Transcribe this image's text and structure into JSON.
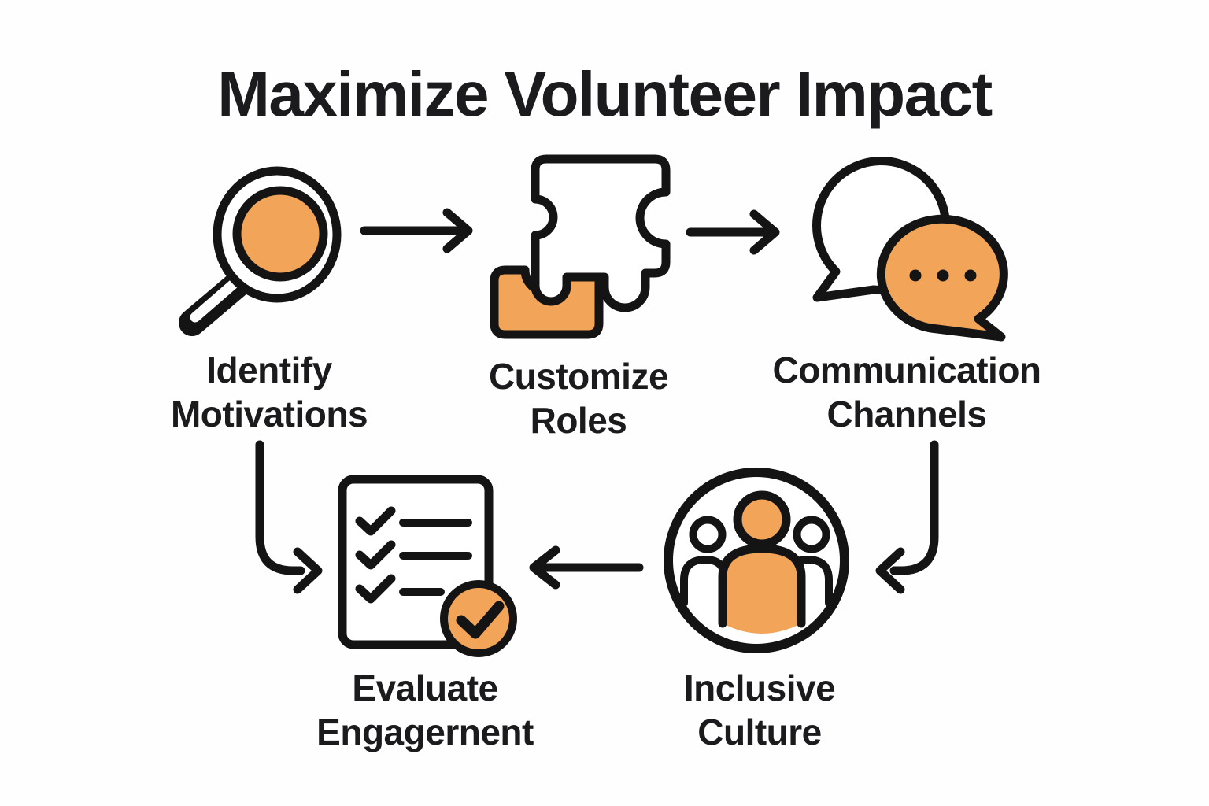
{
  "title": "Maximize Volunteer Impact",
  "colors": {
    "accent": "#F2A458",
    "ink": "#141414",
    "text": "#1B1B1D",
    "paper": "#FEFEFE"
  },
  "nodes": [
    {
      "id": "identify-motivations",
      "label": "Identify\nMotivations",
      "icon": "magnifier-icon"
    },
    {
      "id": "customize-roles",
      "label": "Customize\nRoles",
      "icon": "puzzle-icon"
    },
    {
      "id": "communication-channels",
      "label": "Communication\nChannels",
      "icon": "chat-bubbles-icon"
    },
    {
      "id": "evaluate-engagement",
      "label": "Evaluate\nEngagernent",
      "icon": "checklist-icon"
    },
    {
      "id": "inclusive-culture",
      "label": "Inclusive\nCulture",
      "icon": "people-circle-icon"
    }
  ],
  "arrows": [
    {
      "from": "identify-motivations",
      "to": "customize-roles",
      "shape": "straight-right"
    },
    {
      "from": "customize-roles",
      "to": "communication-channels",
      "shape": "straight-right"
    },
    {
      "from": "communication-channels",
      "to": "inclusive-culture",
      "shape": "curve-down-left"
    },
    {
      "from": "inclusive-culture",
      "to": "evaluate-engagement",
      "shape": "straight-left"
    },
    {
      "from": "identify-motivations",
      "to": "evaluate-engagement",
      "shape": "curve-down-right"
    }
  ]
}
